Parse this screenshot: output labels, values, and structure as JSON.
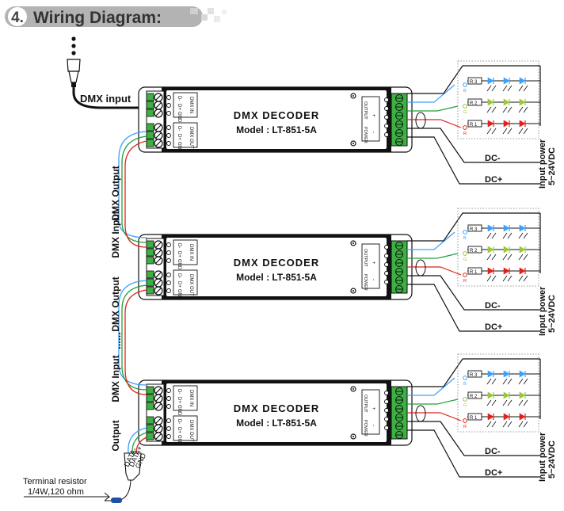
{
  "section": {
    "number": "4.",
    "title": "Wiring Diagram:"
  },
  "decoder": {
    "name": "DMX DECODER",
    "model": "Model : LT-851-5A",
    "dmx_in_label": "DMX IN",
    "dmx_out_label": "DMX OUT",
    "pin_d_minus": "D-",
    "pin_d_plus": "D+",
    "pin_gnd": "GND",
    "output_label": "OUTPUT",
    "power_label": "POWER",
    "polarity_plus": "+",
    "polarity_minus": "-"
  },
  "labels": {
    "dmx_input": "DMX input",
    "dmx_output": "DMX Output",
    "dmx_input_vertical": "DMX Input",
    "output": "Output",
    "dc_minus": "DC-",
    "dc_plus": "DC+",
    "input_power_line1": "Input power",
    "input_power_line2": "5~24VDC",
    "data_minus": "DATA-",
    "data_plus": "DATA+",
    "gnd": "GND",
    "terminal_resistor_line1": "Terminal resistor",
    "terminal_resistor_line2": "1/4W,120 ohm",
    "ellipsis": "......"
  },
  "led_strings": [
    {
      "resistor": "R 3",
      "letter": "B",
      "color": "#3aa0ff"
    },
    {
      "resistor": "R 2",
      "letter": "G",
      "color": "#9ac83c"
    },
    {
      "resistor": "R 1",
      "letter": "R",
      "color": "#e0221c"
    }
  ],
  "colors": {
    "header_bg": "#b3b3b3",
    "decoder_black": "#111111",
    "terminal_green": "#3cb043",
    "wire_blue": "#3aa0ff",
    "wire_green": "#22a03c",
    "wire_red": "#e0221c"
  }
}
